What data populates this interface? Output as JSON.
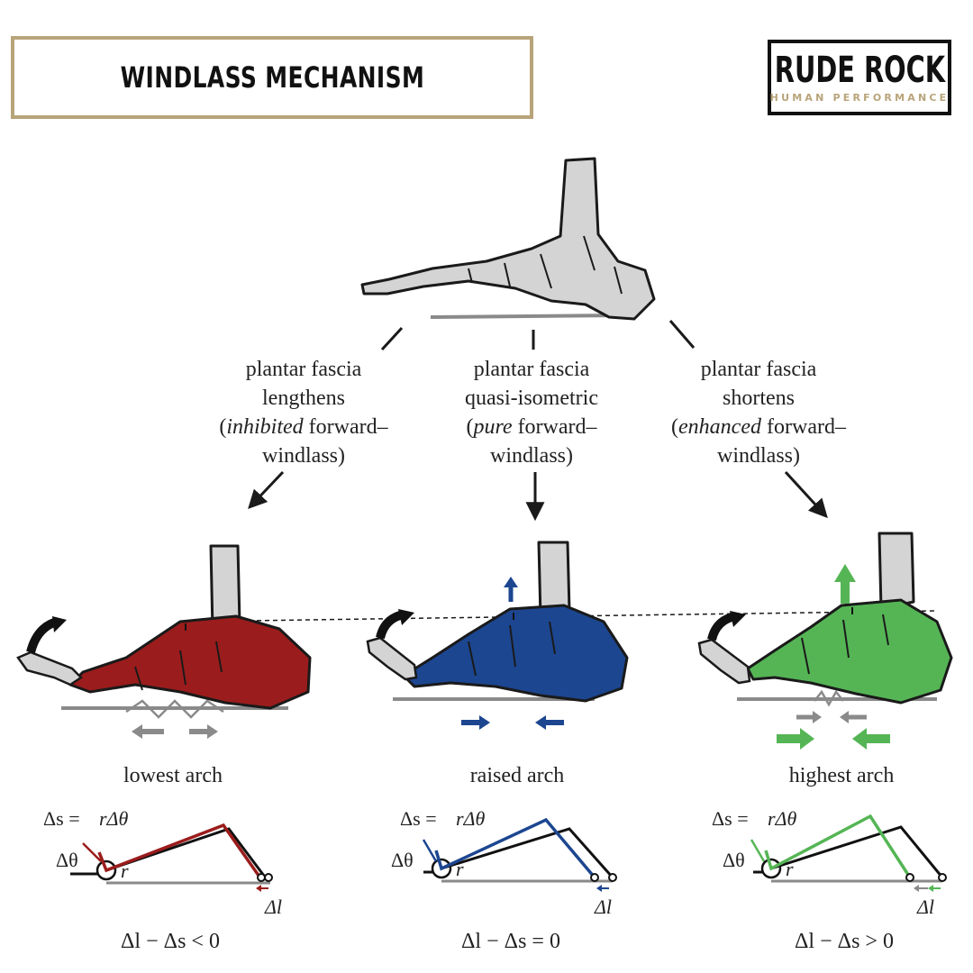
{
  "header": {
    "title": "WINDLASS MECHANISM",
    "logo_main": "RUDE ROCK",
    "logo_sub": "HUMAN PERFORMANCE"
  },
  "branches": [
    {
      "line1": "plantar fascia",
      "line2": "lengthens",
      "open": "(",
      "em": "inhibited",
      "rest": " forward–",
      "line4": "windlass)",
      "arch": "lowest arch",
      "eq": "Δl − Δs < 0",
      "color": "#9b1c1c"
    },
    {
      "line1": "plantar fascia",
      "line2": "quasi-isometric",
      "open": "(",
      "em": "pure",
      "rest": " forward–",
      "line4": "windlass)",
      "arch": "raised arch",
      "eq": "Δl − Δs = 0",
      "color": "#1c4690"
    },
    {
      "line1": "plantar fascia",
      "line2": "shortens",
      "open": "(",
      "em": "enhanced",
      "rest": " forward–",
      "line4": "windlass)",
      "arch": "highest arch",
      "eq": "Δl − Δs > 0",
      "color": "#55b555"
    }
  ],
  "symbols": {
    "ds": "Δs =",
    "rdt": "rΔθ",
    "dtheta": "Δθ",
    "r": "r",
    "dl": "Δl"
  },
  "colors": {
    "gray": "#8a8a8a",
    "bone": "#d4d4d4"
  }
}
